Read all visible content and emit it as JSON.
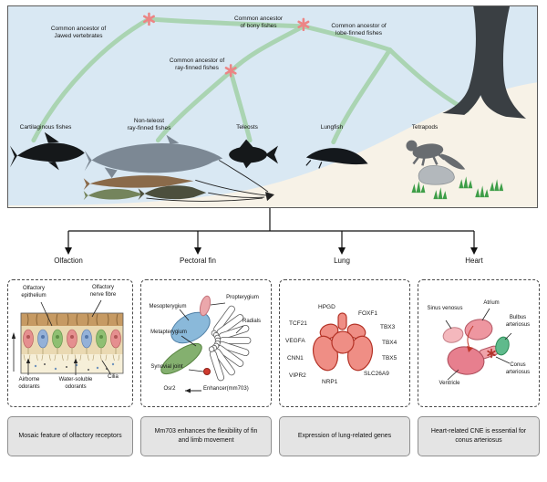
{
  "tree": {
    "ancestors": [
      "Common ancestor of\nJawed vertebrates",
      "Common ancestor\nof bony fishes",
      "Common ancestor of\nlobe-finned fishes",
      "Common ancestor of\nray-finned fishes"
    ],
    "species": [
      "Cartilaginous fishes",
      "Non-teleost\nray-finned fishes",
      "Teleosts",
      "Lungfish",
      "Tetrapods"
    ]
  },
  "panels": [
    {
      "category": "Olfaction",
      "caption": "Mosaic feature of olfactory receptors",
      "labels": {
        "epithelium": "Olfactory\nepithelium",
        "nerve": "Olfactory\nnerve fibre",
        "airborne": "Airborne\nodorants",
        "water": "Water-soluble\nodorants",
        "cilia": "Cilia"
      }
    },
    {
      "category": "Pectoral fin",
      "caption": "Mm703 enhances the flexibility of fin and limb movement",
      "labels": {
        "mesopterygium": "Mesopterygium",
        "propterygium": "Propterygium",
        "metapterygium": "Metapterygium",
        "radials": "Radials",
        "synovial": "Synovial joint",
        "osr2": "Osr2",
        "enhancer": "Enhancer(mm703)"
      }
    },
    {
      "category": "Lung",
      "caption": "Expression of lung-related genes",
      "genes": [
        "HPGD",
        "FOXF1",
        "TCF21",
        "TBX3",
        "VEGFA",
        "TBX4",
        "CNN1",
        "TBX5",
        "VIPR2",
        "NRP1",
        "SLC26A9"
      ]
    },
    {
      "category": "Heart",
      "caption": "Heart-related CNE is essential for conus arteriosus",
      "labels": {
        "sinus": "Sinus venosus",
        "atrium": "Atrium",
        "bulbus": "Bulbus\narteriosus",
        "conus": "Conus\narteriosus",
        "ventricle": "Ventricle"
      }
    }
  ],
  "palette": {
    "tree_background": "#d9e8f3",
    "branch_green": "#aad4b2",
    "star_pink": "#ec8585",
    "ground_beige": "#f7f2e7",
    "caption_gray": "#e4e4e4",
    "lung_pink": "#ef8e85",
    "fin_blue": "#8ab9da",
    "fin_green": "#84b06f",
    "fin_pink": "#eba7ab",
    "heart_pink": "#e77f8e",
    "bulbus_green": "#5fba8c"
  }
}
